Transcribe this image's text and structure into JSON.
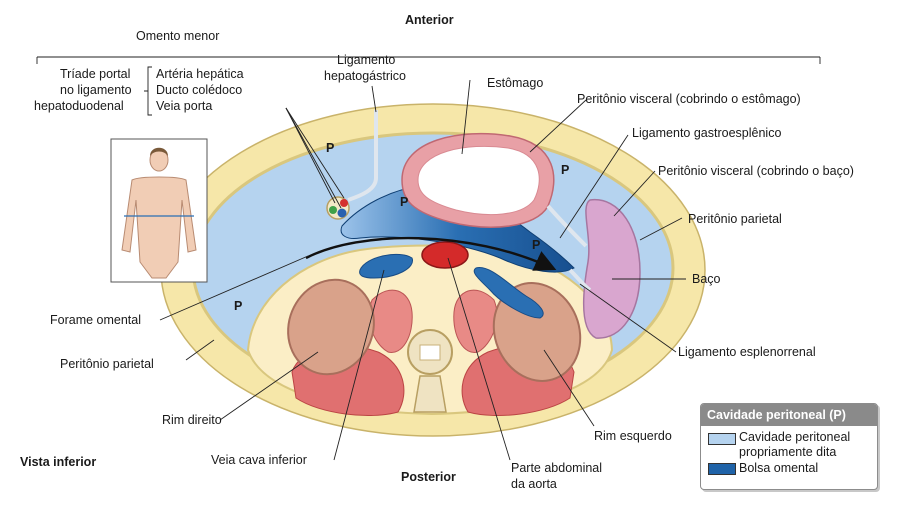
{
  "orientation": {
    "top": "Anterior",
    "bottom": "Posterior",
    "view": "Vista inferior"
  },
  "labels": {
    "omento_menor": "Omento menor",
    "triade_line1": "Tríade portal",
    "triade_line2": "no ligamento",
    "triade_line3": "hepatoduodenal",
    "arteria_hepatica": "Artéria hepática",
    "ducto_coledoco": "Ducto colédoco",
    "veia_porta": "Veia porta",
    "lig_hepatogastrico_1": "Ligamento",
    "lig_hepatogastrico_2": "hepatogástrico",
    "estomago": "Estômago",
    "peritonio_visceral_estomago": "Peritônio visceral (cobrindo o estômago)",
    "lig_gastroesplenico": "Ligamento gastroesplênico",
    "peritonio_visceral_baco": "Peritônio visceral (cobrindo o baço)",
    "peritonio_parietal_right": "Peritônio parietal",
    "baco": "Baço",
    "lig_esplenorrenal": "Ligamento esplenorrenal",
    "forame_omental": "Forame omental",
    "peritonio_parietal_left": "Peritônio parietal",
    "rim_direito": "Rim direito",
    "veia_cava_inferior": "Veia cava inferior",
    "parte_abdominal_1": "Parte abdominal",
    "parte_abdominal_2": "da aorta",
    "rim_esquerdo": "Rim esquerdo",
    "p_marker": "P"
  },
  "legend": {
    "title": "Cavidade peritoneal (P)",
    "item1_line1": "Cavidade peritoneal",
    "item1_line2": "propriamente dita",
    "item2": "Bolsa omental"
  },
  "colors": {
    "peritoneal_cavity": "#b5d3ef",
    "omental_bursa": "#1f63a8",
    "body_wall": "#f6e7a9",
    "parietal_peritoneum": "#d9c77e",
    "stomach_wall": "#e8a0a6",
    "spleen": "#d9a6cf",
    "kidney": "#d9a28a",
    "muscle": "#e06a6a",
    "aorta": "#d42a2a",
    "retroperitoneum": "#fbeec6",
    "legend_header": "#8a8a8a"
  }
}
